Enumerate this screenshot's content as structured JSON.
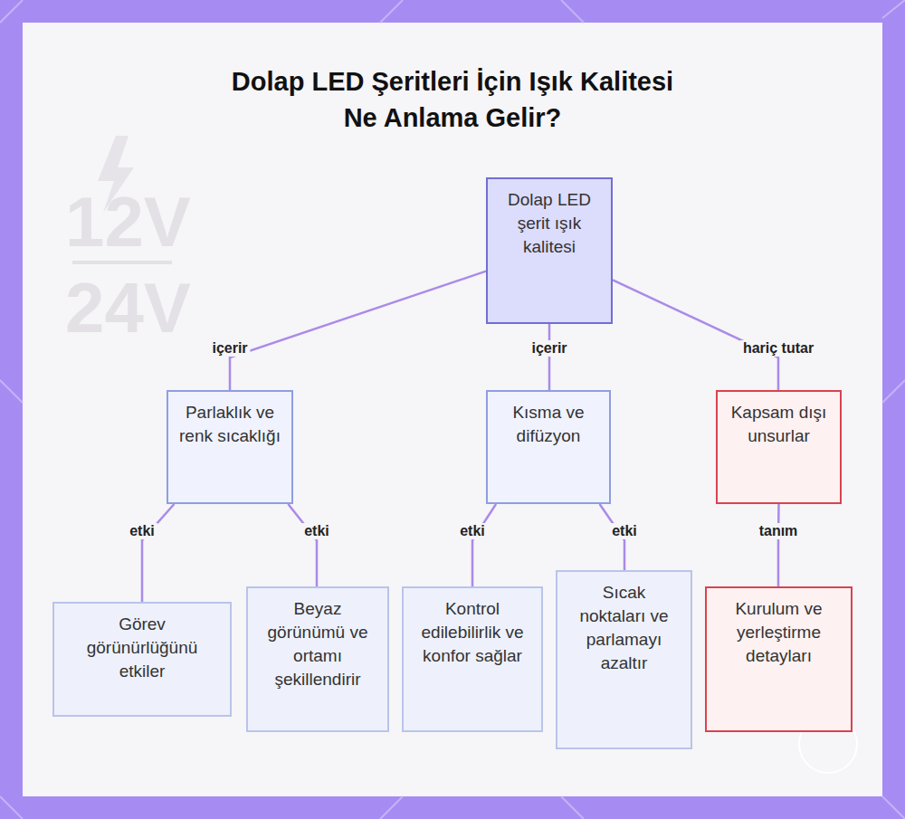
{
  "diagram": {
    "title": "Dolap LED Şeritleri İçin Işık Kalitesi Ne Anlama Gelir?",
    "nodes": [
      {
        "text": [
          "Dolap LED şerit ışık kalitesi"
        ]
      },
      {
        "text": [
          "Parlaklık ve renk sıcaklığı"
        ]
      },
      {
        "text": [
          "Kısma ve difüzyon"
        ]
      },
      {
        "text": [
          "Kapsam dışı unsurlar"
        ]
      },
      {
        "text": [
          "Görev görünürlüğünü etkiler"
        ]
      },
      {
        "text": [
          "Beyaz görünümü ve ortamı şekillendirir"
        ]
      },
      {
        "text": [
          "Kontrol edilebilirlik ve konfor sağlar"
        ]
      },
      {
        "text": [
          "Sıcak noktaları ve parlamayı azaltır"
        ]
      },
      {
        "text": [
          "Kurulum ve yerleştirme detayları"
        ]
      }
    ],
    "edges": [
      {
        "from": 0,
        "to": 1,
        "label": "içerir",
        "arrow": "none"
      },
      {
        "from": 0,
        "to": 2,
        "label": "içerir",
        "arrow": "none"
      },
      {
        "from": 0,
        "to": 3,
        "label": "hariç tutar",
        "arrow": "none"
      },
      {
        "from": 1,
        "to": 4,
        "label": "etki",
        "arrow": "none"
      },
      {
        "from": 1,
        "to": 5,
        "label": "etki",
        "arrow": "none"
      },
      {
        "from": 2,
        "to": 6,
        "label": "etki",
        "arrow": "none"
      },
      {
        "from": 2,
        "to": 7,
        "label": "etki",
        "arrow": "none"
      },
      {
        "from": 3,
        "to": 8,
        "label": "tanım",
        "arrow": "none"
      }
    ],
    "labels": [
      "12V",
      "24V"
    ]
  }
}
